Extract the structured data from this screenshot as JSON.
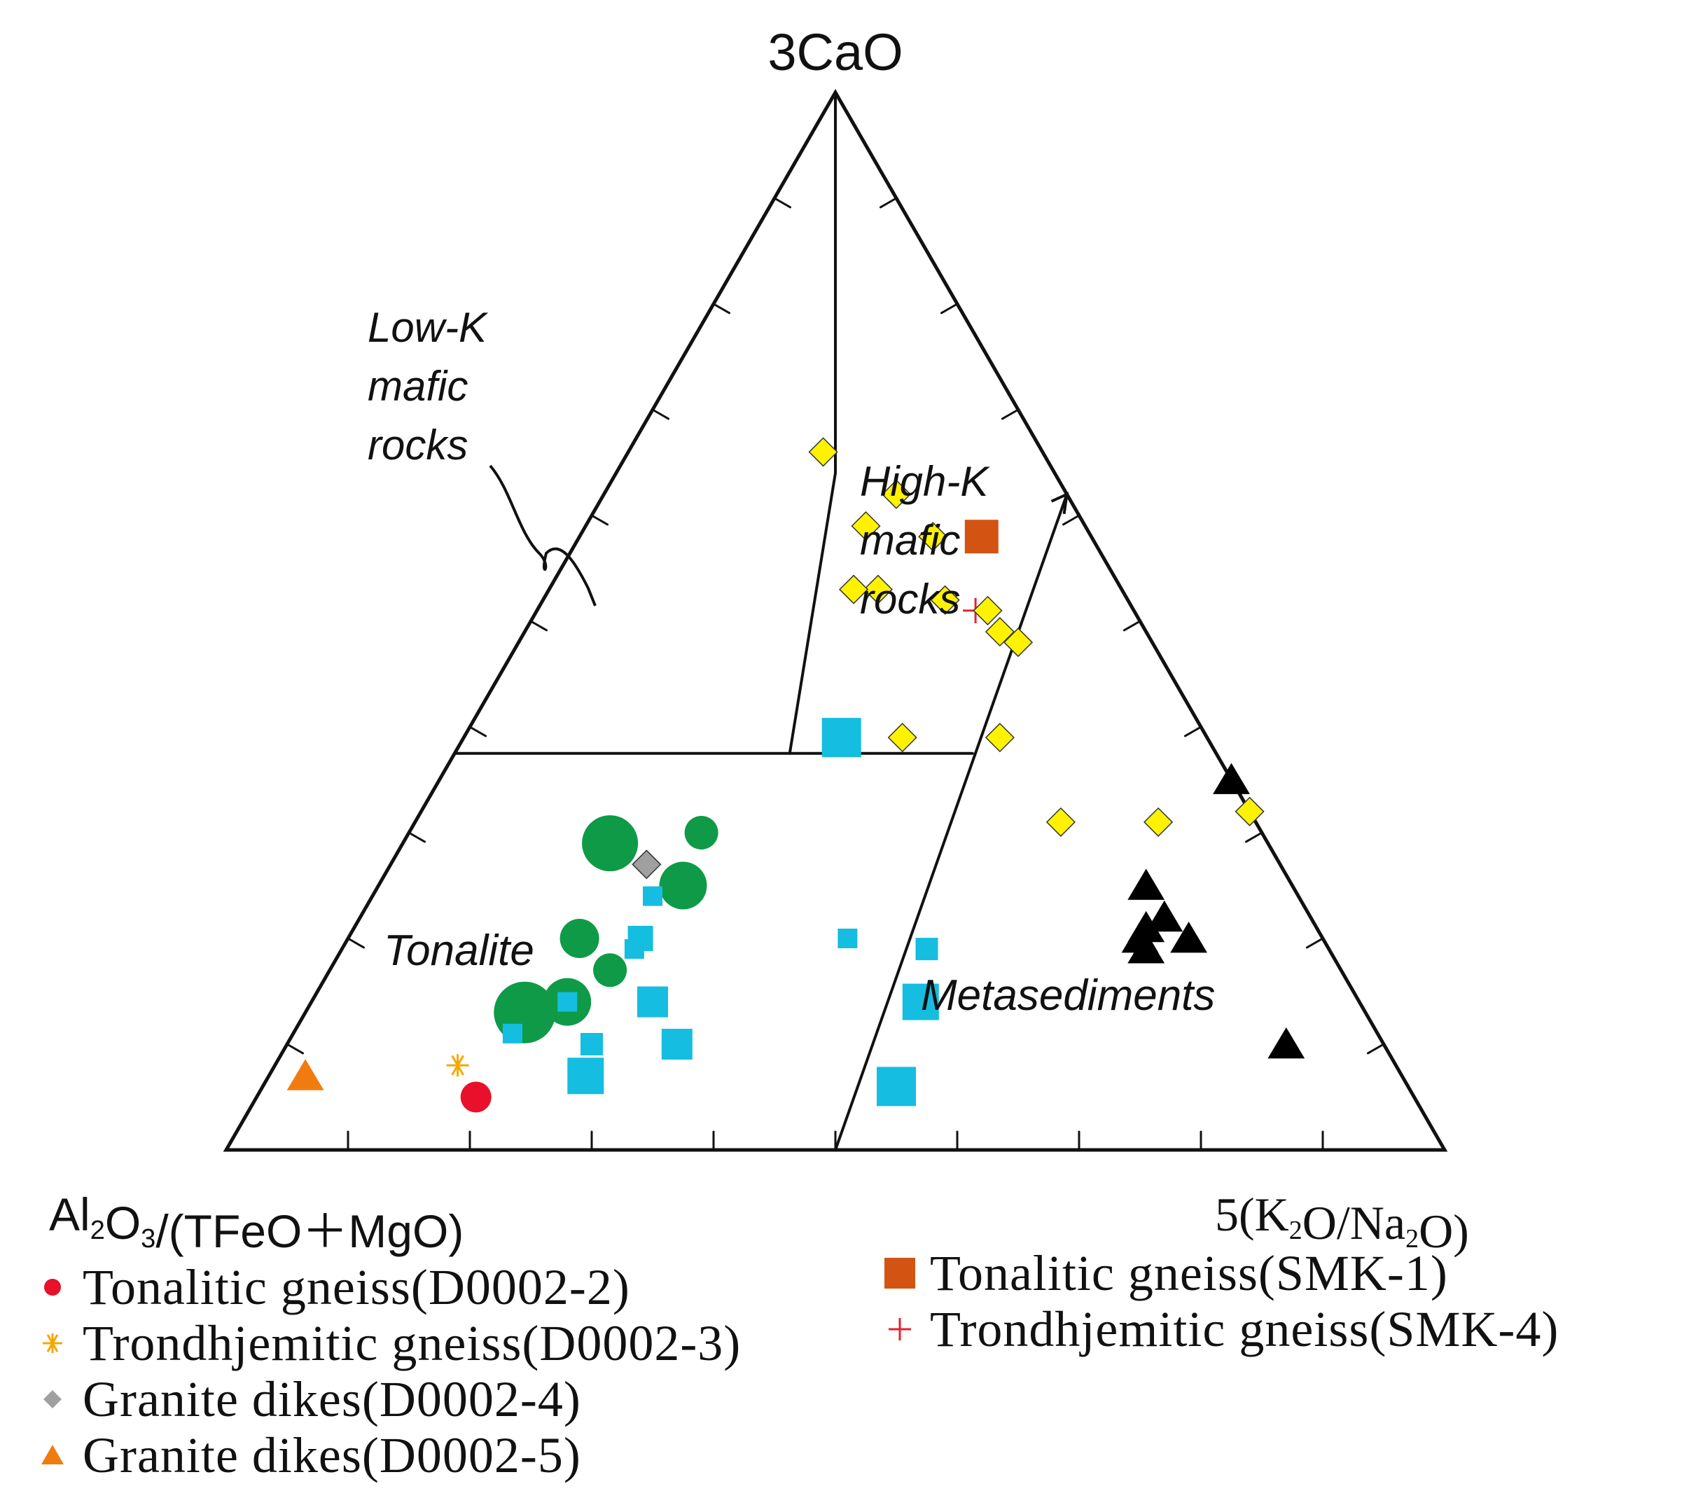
{
  "chart_data": {
    "type": "ternary-scatter",
    "apex_labels": {
      "top": "3CaO",
      "left": "Al₂O₃/(TFeO＋MgO)",
      "right": "5(K₂O/Na₂O)"
    },
    "field_labels": [
      "Low-K mafic rocks",
      "High-K mafic rocks",
      "Tonalite",
      "Metasediments"
    ],
    "series": [
      {
        "name": "Tonalitic gneiss(D0002-2)",
        "marker": "circle",
        "color": "#e8102a",
        "points": [
          [
            0.05,
            0.77,
            0.18
          ]
        ]
      },
      {
        "name": "Trondhjemitic gneiss(D0002-3)",
        "marker": "asterisk",
        "color": "#f5a800",
        "points": [
          [
            0.08,
            0.77,
            0.15
          ]
        ]
      },
      {
        "name": "Granite dikes(D0002-4)",
        "marker": "diamond",
        "color": "#a0a0a0",
        "points": [
          [
            0.27,
            0.52,
            0.21
          ]
        ]
      },
      {
        "name": "Granite dikes(D0002-5)",
        "marker": "triangle",
        "color": "#f07c10",
        "points": [
          [
            0.07,
            0.9,
            0.03
          ]
        ]
      },
      {
        "name": "Tonalitic gneiss(SMK-1)",
        "marker": "square",
        "color": "#d35412",
        "points": [
          [
            0.58,
            0.09,
            0.33
          ]
        ]
      },
      {
        "name": "Trondhjemitic gneiss(SMK-4)",
        "marker": "plus",
        "color": "#e8202a",
        "points": [
          [
            0.51,
            0.13,
            0.36
          ]
        ]
      },
      {
        "name": "",
        "marker": "diamond",
        "color": "#fff200",
        "points": [
          [
            0.66,
            0.18,
            0.16
          ],
          [
            0.62,
            0.14,
            0.24
          ],
          [
            0.59,
            0.18,
            0.23
          ],
          [
            0.58,
            0.13,
            0.29
          ],
          [
            0.53,
            0.2,
            0.27
          ],
          [
            0.53,
            0.22,
            0.25
          ],
          [
            0.52,
            0.15,
            0.33
          ],
          [
            0.51,
            0.12,
            0.37
          ],
          [
            0.49,
            0.12,
            0.39
          ],
          [
            0.48,
            0.11,
            0.41
          ],
          [
            0.39,
            0.25,
            0.36
          ],
          [
            0.39,
            0.17,
            0.44
          ],
          [
            0.31,
            0.16,
            0.53
          ],
          [
            0.31,
            0.08,
            0.61
          ],
          [
            0.32,
            0.0,
            0.68
          ]
        ]
      },
      {
        "name": "",
        "marker": "circle",
        "color": "#0e9a47",
        "points": [
          [
            0.29,
            0.54,
            0.17
          ],
          [
            0.2,
            0.61,
            0.19
          ],
          [
            0.13,
            0.69,
            0.18
          ],
          [
            0.25,
            0.5,
            0.25
          ],
          [
            0.3,
            0.46,
            0.24
          ],
          [
            0.14,
            0.65,
            0.21
          ],
          [
            0.17,
            0.6,
            0.23
          ]
        ]
      },
      {
        "name": "",
        "marker": "square",
        "color": "#15bde0",
        "points": [
          [
            0.39,
            0.3,
            0.31
          ],
          [
            0.24,
            0.53,
            0.23
          ],
          [
            0.2,
            0.56,
            0.24
          ],
          [
            0.14,
            0.65,
            0.21
          ],
          [
            0.1,
            0.65,
            0.25
          ],
          [
            0.14,
            0.58,
            0.28
          ],
          [
            0.1,
            0.58,
            0.32
          ],
          [
            0.07,
            0.67,
            0.26
          ],
          [
            0.11,
            0.71,
            0.18
          ],
          [
            0.19,
            0.57,
            0.24
          ],
          [
            0.2,
            0.39,
            0.41
          ],
          [
            0.19,
            0.33,
            0.48
          ],
          [
            0.14,
            0.36,
            0.5
          ],
          [
            0.06,
            0.42,
            0.52
          ]
        ]
      },
      {
        "name": "",
        "marker": "triangle",
        "color": "#000000",
        "points": [
          [
            0.35,
            0.0,
            0.65
          ],
          [
            0.25,
            0.12,
            0.63
          ],
          [
            0.22,
            0.12,
            0.66
          ],
          [
            0.21,
            0.14,
            0.65
          ],
          [
            0.2,
            0.15,
            0.65
          ],
          [
            0.19,
            0.15,
            0.66
          ],
          [
            0.2,
            0.11,
            0.69
          ],
          [
            0.1,
            0.08,
            0.82
          ]
        ]
      }
    ]
  }
}
